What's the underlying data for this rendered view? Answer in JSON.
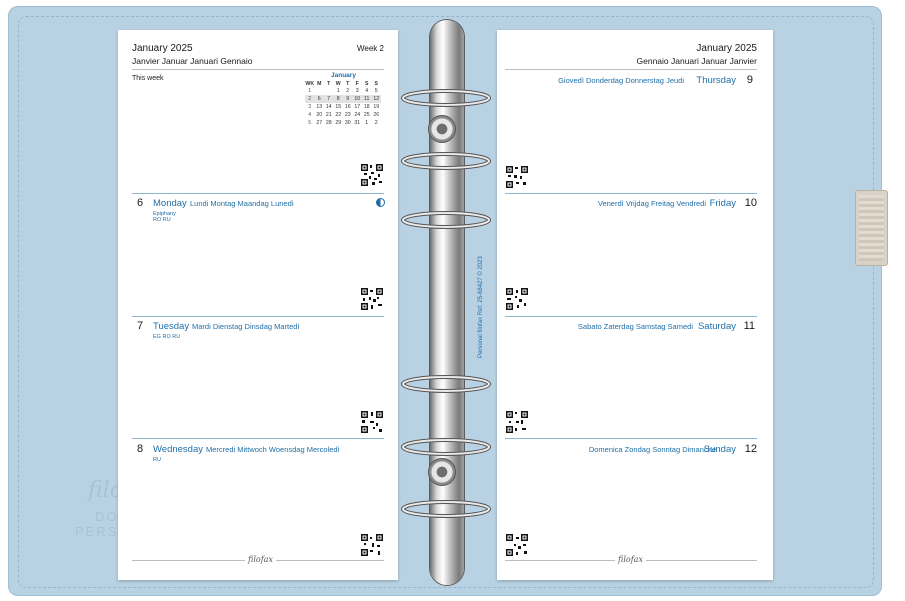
{
  "cover": {
    "color": "#b8d2e4",
    "brand_deboss": "filofax",
    "deboss_line1": "DO",
    "deboss_line2": "PERSON"
  },
  "left_page": {
    "month_title": "January 2025",
    "week_label": "Week 2",
    "month_translations": "Janvier Januar Januari Gennaio",
    "this_week_label": "This week",
    "mini_calendar": {
      "title": "January",
      "headers": [
        "WK",
        "M",
        "T",
        "W",
        "T",
        "F",
        "S",
        "S"
      ],
      "rows": [
        [
          "1",
          "",
          "",
          "1",
          "2",
          "3",
          "4",
          "5"
        ],
        [
          "2",
          "6",
          "7",
          "8",
          "9",
          "10",
          "11",
          "12"
        ],
        [
          "3",
          "13",
          "14",
          "15",
          "16",
          "17",
          "18",
          "19"
        ],
        [
          "4",
          "20",
          "21",
          "22",
          "23",
          "24",
          "25",
          "26"
        ],
        [
          "5",
          "27",
          "28",
          "29",
          "30",
          "31",
          "1",
          "2"
        ]
      ]
    },
    "days": [
      {
        "num": "6",
        "name": "Monday",
        "translations": "Lundi Montag Maandag Lunedì",
        "note1": "Epiphany",
        "note2": "RO  RU"
      },
      {
        "num": "7",
        "name": "Tuesday",
        "translations": "Mardi Dienstag Dinsdag Martedì",
        "note1": "EG  RO  RU"
      },
      {
        "num": "8",
        "name": "Wednesday",
        "translations": "Mercredi Mittwoch Woensdag Mercoledì",
        "note1": "RU"
      }
    ],
    "footer_logo": "filofax"
  },
  "right_page": {
    "month_title": "January 2025",
    "month_translations": "Gennaio Januari Januar Janvier",
    "days": [
      {
        "num": "9",
        "name": "Thursday",
        "translations": "Giovedì Donderdag Donnerstag Jeudi"
      },
      {
        "num": "10",
        "name": "Friday",
        "translations": "Venerdì Vrijdag Freitag Vendredi"
      },
      {
        "num": "11",
        "name": "Saturday",
        "translations": "Sabato Zaterdag Samstag Samedi"
      },
      {
        "num": "12",
        "name": "Sunday",
        "translations": "Domenica Zondag Sonntag Dimanche"
      }
    ],
    "margin_note": "Personal filofax Ref: 25-68427 © 2023",
    "footer_logo": "filofax"
  },
  "colors": {
    "accent_blue": "#1f6fa7",
    "rule_blue": "#8fb6cf"
  }
}
